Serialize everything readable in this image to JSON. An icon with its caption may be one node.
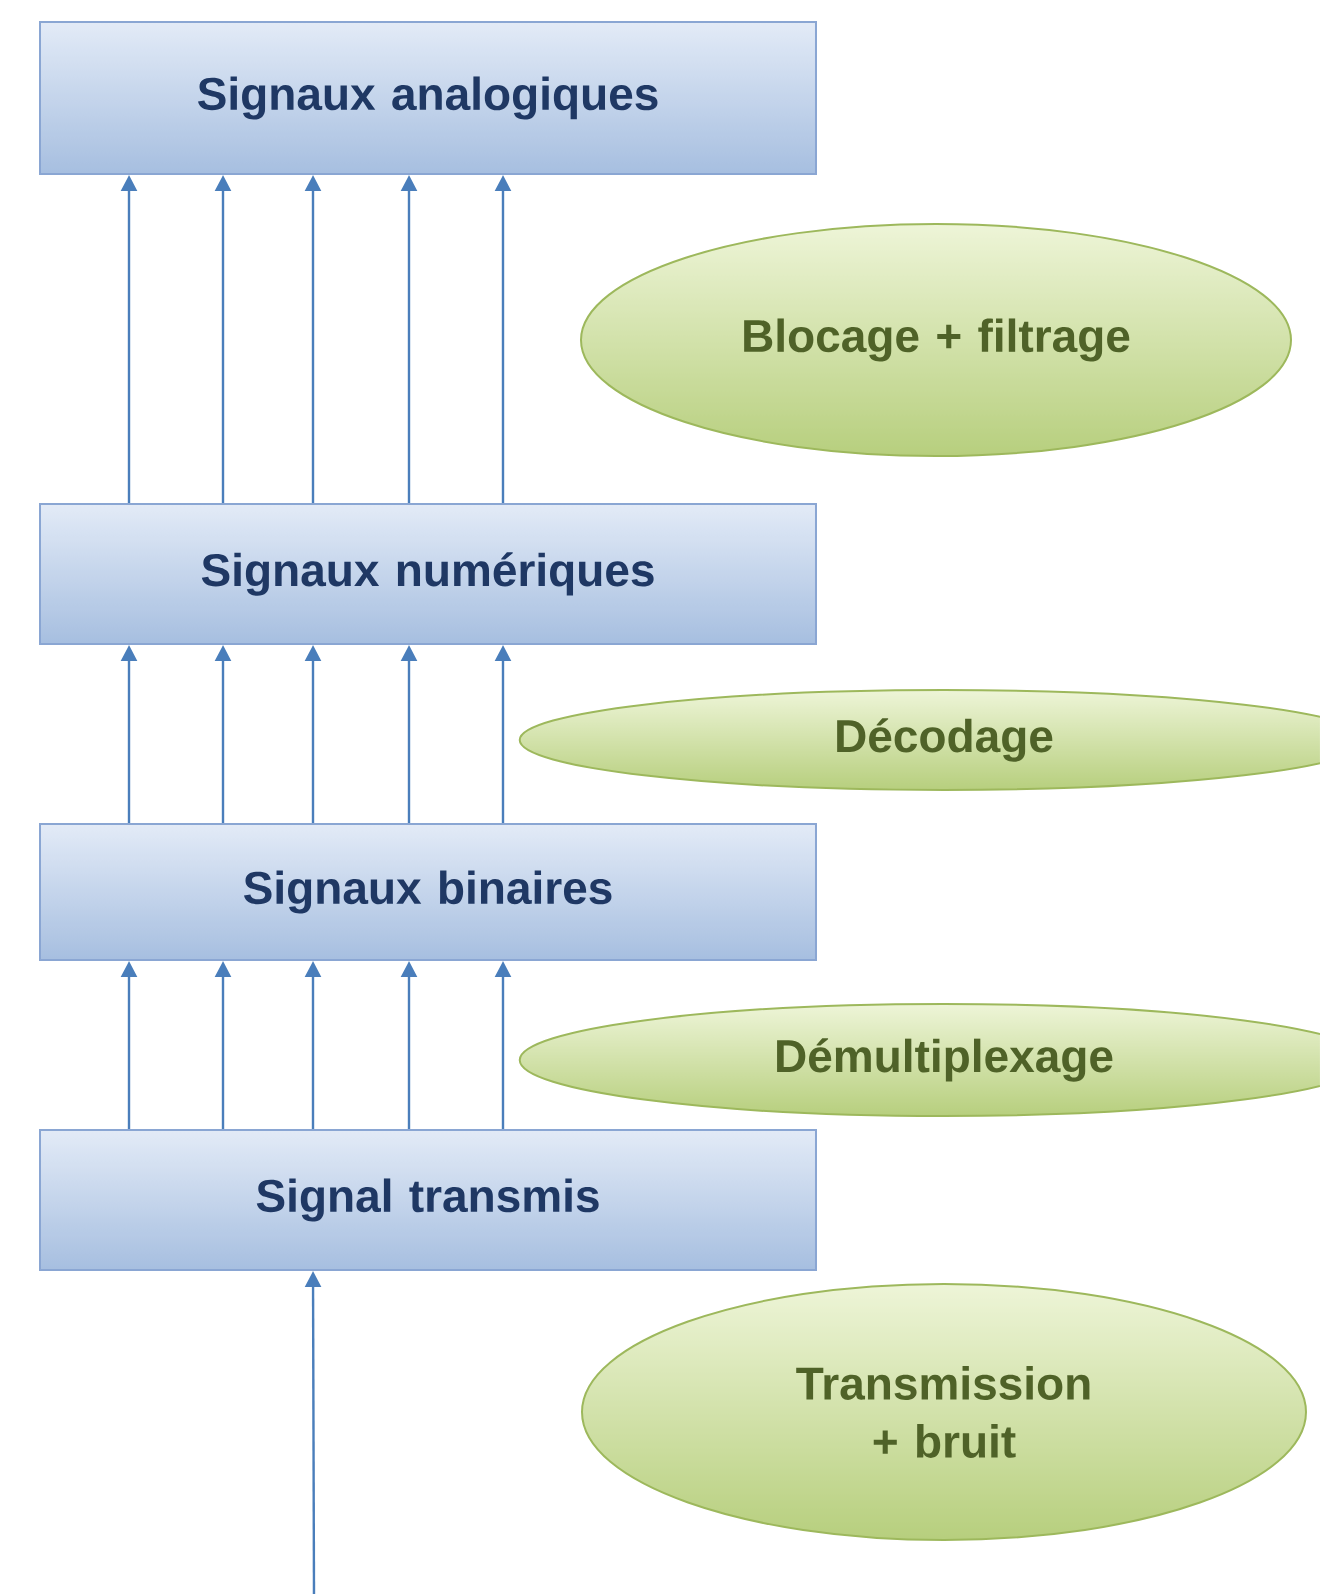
{
  "diagram": {
    "nodes": [
      {
        "text": [
          "Signaux analogiques"
        ]
      },
      {
        "text": [
          "Blocage + filtrage"
        ]
      },
      {
        "text": [
          "Signaux numériques"
        ]
      },
      {
        "text": [
          "Décodage"
        ]
      },
      {
        "text": [
          "Signaux binaires"
        ]
      },
      {
        "text": [
          "Démultiplexage"
        ]
      },
      {
        "text": [
          "Signal transmis"
        ]
      },
      {
        "text": [
          "Transmission + bruit"
        ]
      }
    ],
    "edges": [
      {
        "from": 2,
        "to": 0,
        "arrow": "to"
      },
      {
        "from": 2,
        "to": 0,
        "arrow": "to"
      },
      {
        "from": 2,
        "to": 0,
        "arrow": "to"
      },
      {
        "from": 2,
        "to": 0,
        "arrow": "to"
      },
      {
        "from": 2,
        "to": 0,
        "arrow": "to"
      },
      {
        "from": 4,
        "to": 2,
        "arrow": "to"
      },
      {
        "from": 4,
        "to": 2,
        "arrow": "to"
      },
      {
        "from": 4,
        "to": 2,
        "arrow": "to"
      },
      {
        "from": 4,
        "to": 2,
        "arrow": "to"
      },
      {
        "from": 4,
        "to": 2,
        "arrow": "to"
      },
      {
        "from": 6,
        "to": 4,
        "arrow": "to"
      },
      {
        "from": 6,
        "to": 4,
        "arrow": "to"
      },
      {
        "from": 6,
        "to": 4,
        "arrow": "to"
      },
      {
        "from": 6,
        "to": 4,
        "arrow": "to"
      },
      {
        "from": 6,
        "to": 4,
        "arrow": "to"
      },
      {
        "from": null,
        "to": 6,
        "arrow": "to"
      }
    ]
  }
}
